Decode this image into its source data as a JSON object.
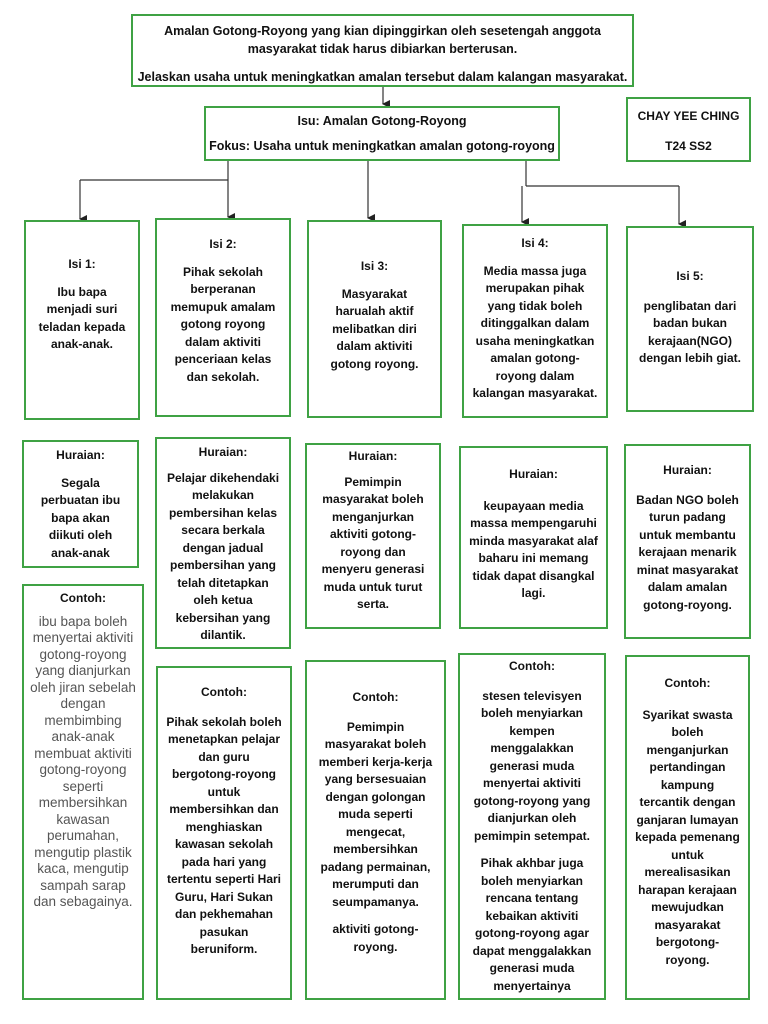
{
  "question": {
    "line1": "Amalan Gotong-Royong yang kian dipinggirkan oleh sesetengah anggota",
    "line2": "masyarakat tidak harus dibiarkan berterusan.",
    "line3": "Jelaskan usaha untuk meningkatkan amalan tersebut dalam kalangan masyarakat."
  },
  "author": {
    "name": "CHAY YEE CHING",
    "class": "T24 SS2"
  },
  "topic": {
    "isu": "Isu: Amalan Gotong-Royong",
    "fokus": "Fokus: Usaha untuk meningkatkan amalan gotong-royong"
  },
  "isi": [
    {
      "title": "Isi 1:",
      "text": "Ibu bapa menjadi suri teladan kepada anak-anak."
    },
    {
      "title": "Isi 2:",
      "text": "Pihak sekolah berperanan memupuk amalam gotong royong dalam aktiviti penceriaan kelas dan sekolah."
    },
    {
      "title": "Isi 3:",
      "text": "Masyarakat harualah aktif melibatkan diri dalam aktiviti gotong royong."
    },
    {
      "title": "Isi 4:",
      "text": "Media massa juga merupakan pihak yang tidak boleh ditinggalkan dalam usaha meningkatkan amalan gotong-royong dalam kalangan masyarakat."
    },
    {
      "title": "Isi 5:",
      "text": "penglibatan dari badan bukan kerajaan(NGO) dengan lebih giat."
    }
  ],
  "huraian": [
    {
      "title": "Huraian:",
      "text": "Segala perbuatan ibu bapa akan diikuti oleh anak-anak"
    },
    {
      "title": "Huraian:",
      "text": "Pelajar dikehendaki melakukan pembersihan kelas secara berkala dengan jadual pembersihan yang telah ditetapkan oleh ketua kebersihan yang dilantik."
    },
    {
      "title": "Huraian:",
      "text": "Pemimpin masyarakat boleh menganjurkan aktiviti gotong-royong dan menyeru generasi muda untuk turut serta."
    },
    {
      "title": "Huraian:",
      "text": "keupayaan media massa mempengaruhi minda masyarakat alaf baharu ini memang tidak dapat disangkal lagi."
    },
    {
      "title": "Huraian:",
      "text": "Badan NGO boleh turun padang untuk membantu kerajaan menarik minat masyarakat dalam amalan gotong-royong."
    }
  ],
  "contoh": [
    {
      "title": "Contoh:",
      "text": "ibu bapa boleh menyertai aktiviti gotong-royong yang dianjurkan oleh jiran sebelah dengan membimbing anak-anak membuat aktiviti gotong-royong seperti membersihkan kawasan perumahan, mengutip plastik kaca, mengutip sampah sarap dan sebagainya."
    },
    {
      "title": "Contoh:",
      "text": "Pihak sekolah boleh menetapkan pelajar dan guru bergotong-royong untuk membersihkan dan menghiaskan kawasan sekolah pada hari yang tertentu seperti Hari Guru, Hari Sukan dan pekhemahan pasukan beruniform."
    },
    {
      "title": "Contoh:",
      "text": "Pemimpin masyarakat boleh memberi kerja-kerja yang bersesuaian dengan golongan muda seperti mengecat, membersihkan padang permainan, merumputi dan seumpamanya.",
      "text2": "aktiviti gotong-royong."
    },
    {
      "title": "Contoh:",
      "text": "stesen televisyen boleh menyiarkan kempen menggalakkan generasi muda menyertai aktiviti gotong-royong yang dianjurkan oleh pemimpin setempat.",
      "text2": "Pihak akhbar juga boleh menyiarkan rencana tentang kebaikan aktiviti gotong-royong agar dapat menggalakkan generasi muda menyertainya"
    },
    {
      "title": "Contoh:",
      "text": "Syarikat swasta boleh menganjurkan pertandingan kampung tercantik dengan ganjaran lumayan kepada pemenang untuk merealisasikan harapan kerajaan mewujudkan masyarakat bergotong-royong."
    }
  ]
}
